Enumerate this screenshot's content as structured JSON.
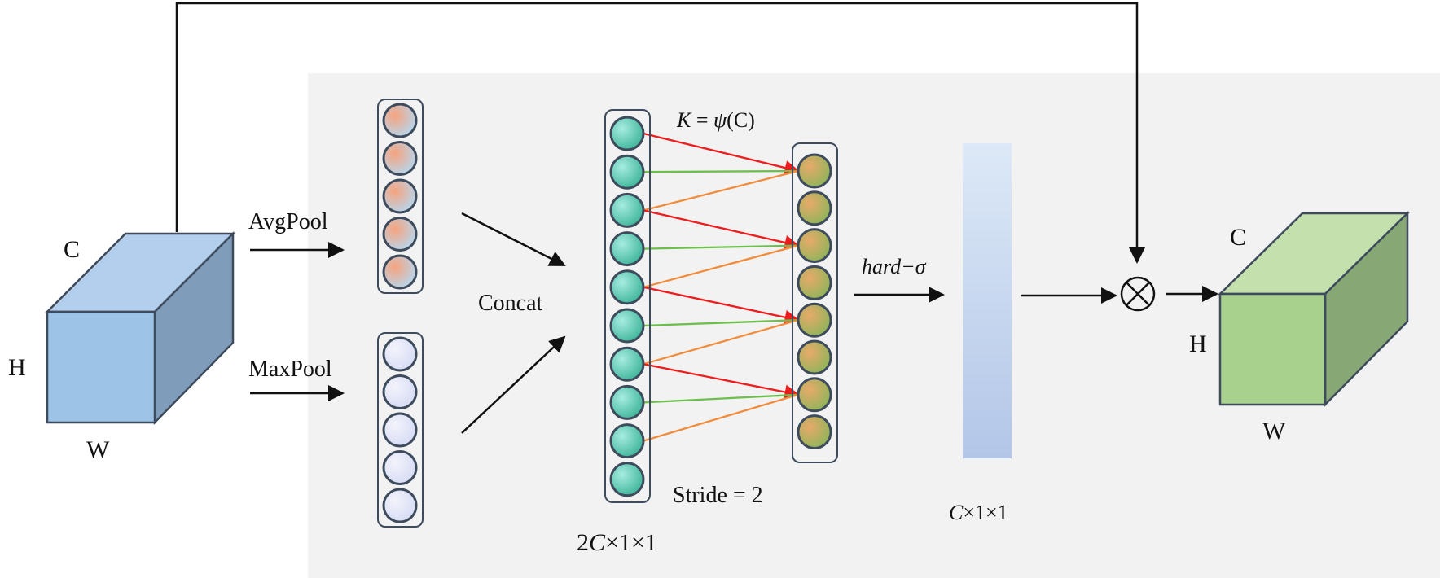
{
  "diagram": {
    "input_cube": {
      "label_c": "C",
      "label_h": "H",
      "label_w": "W",
      "color": "#9dc3e6"
    },
    "output_cube": {
      "label_c": "C",
      "label_h": "H",
      "label_w": "W",
      "color": "#a9d18e"
    },
    "avgpool_label": "AvgPool",
    "maxpool_label": "MaxPool",
    "concat_label": "Concat",
    "kernel_label_k": "K",
    "kernel_label_eq": " = ",
    "kernel_label_psi": "ψ",
    "kernel_label_arg": "(C)",
    "stride_label": "Stride = 2",
    "concat_dim_prefix": "2",
    "concat_dim_c": "C",
    "concat_dim_suffix": "×1×1",
    "activation_label_hard": "hard",
    "activation_label_rest": "−σ",
    "weight_dim_c": "C",
    "weight_dim_suffix": "×1×1",
    "multiply_symbol": "⊗",
    "colors": {
      "avg_node": "#f2b9a0",
      "max_node": "#e6e8f8",
      "concat_node": "#7fd6c8",
      "output_node": "#c4a96a",
      "edge_red": "#ee1c1c",
      "edge_green": "#6dbf4b",
      "edge_orange": "#f08c3c",
      "panel": "#f2f2f2"
    }
  }
}
